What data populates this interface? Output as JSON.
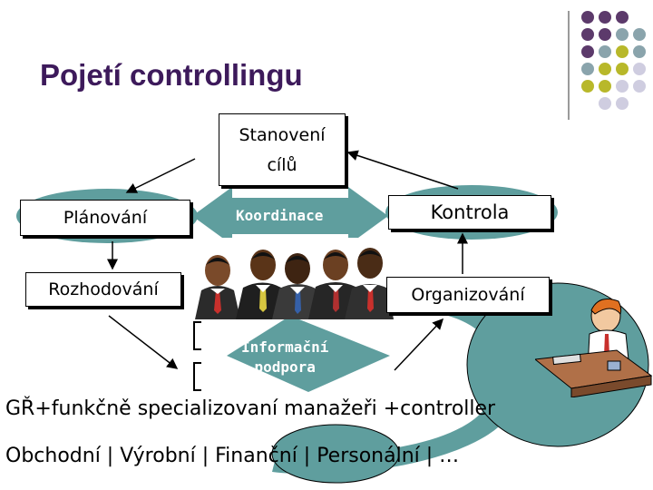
{
  "title": "Pojetí controllingu",
  "nodes": {
    "stanoveni_line1": "Stanovení",
    "stanoveni_line2": "cílů",
    "planovani": "Plánování",
    "kontrola": "Kontrola",
    "rozhodovani": "Rozhodování",
    "organizovani": "Organizování",
    "koordinace": "Koordinace",
    "informacni_line1": "Informační",
    "informacni_line2": "podpora"
  },
  "managers_line": "GŘ+funkčně specializovaní manažeři  +controller",
  "areas_line": "Obchodní | Výrobní | Finanční | Personální | …",
  "colors": {
    "title": "#3d1a5b",
    "teal": "#5f9e9e",
    "purple_dot": "#5c3a6b",
    "olive_dot": "#b8b82a",
    "gray_dot": "#8aa4ac",
    "lavender_dot": "#cfcde0"
  },
  "icons": [
    "group-of-managers-icon",
    "controller-at-desk-icon",
    "decorative-dot-grid-icon"
  ]
}
